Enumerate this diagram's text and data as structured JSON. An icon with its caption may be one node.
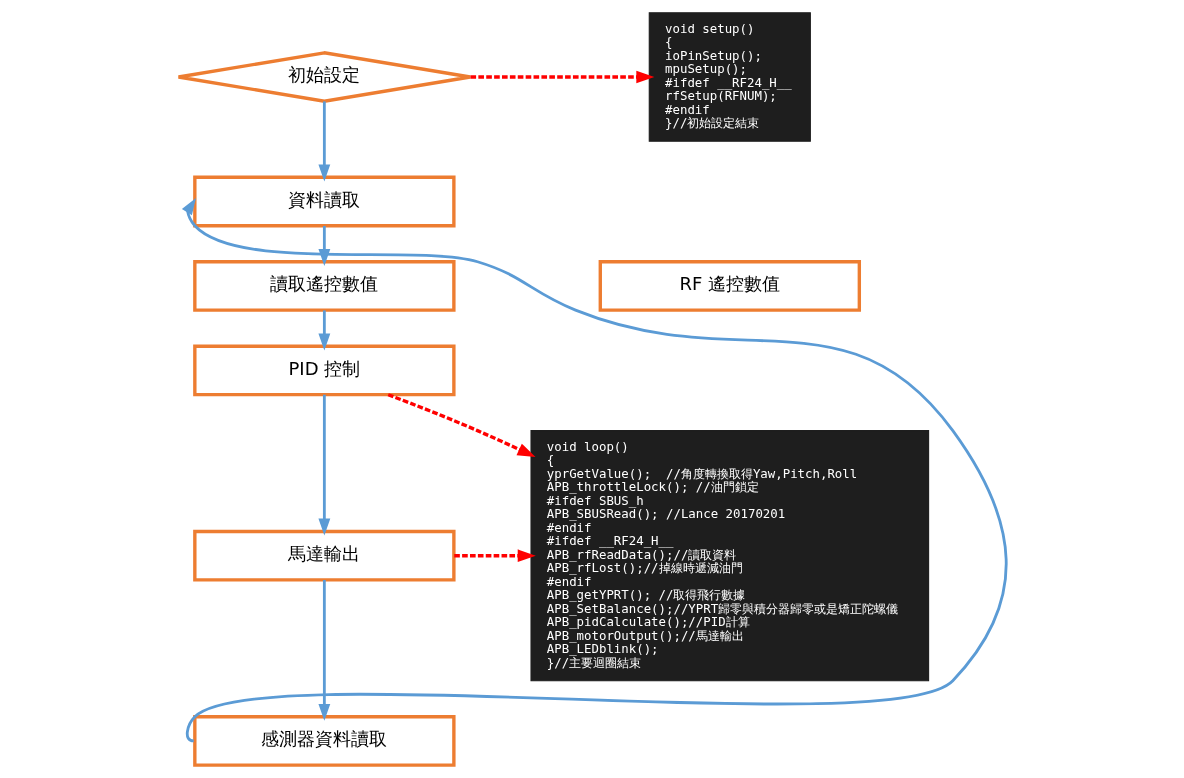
{
  "diagram": {
    "nodes": [
      {
        "text": [
          "初始設定"
        ]
      },
      {
        "text": [
          "資料讀取"
        ]
      },
      {
        "text": [
          "讀取遙控數值"
        ]
      },
      {
        "text": [
          "PID 控制"
        ]
      },
      {
        "text": [
          "馬達輸出"
        ]
      },
      {
        "text": [
          "感測器資料讀取"
        ]
      },
      {
        "text": [
          "void setup()",
          "{",
          "ioPinSetup();",
          "mpuSetup();",
          "#ifdef __RF24_H__",
          "rfSetup(RFNUM);",
          "#endif",
          "}//初始設定結束"
        ]
      },
      {
        "text": [
          "RF 遙控數值"
        ]
      },
      {
        "text": [
          "void loop()",
          "{",
          "yprGetValue();  //角度轉換取得Yaw,Pitch,Roll",
          "APB_throttleLock(); //油門鎖定",
          "#ifdef SBUS_h",
          "APB_SBUSRead(); //Lance 20170201",
          "#endif",
          "#ifdef __RF24_H__",
          "APB_rfReadData();//讀取資料",
          "APB_rfLost();//掉線時遞減油門",
          "#endif",
          "APB_getYPRT(); //取得飛行數據",
          "APB_SetBalance();//YPRT歸零與積分器歸零或是矯正陀螺儀",
          "APB_pidCalculate();//PID計算",
          "APB_motorOutput();//馬達輸出",
          "APB_LEDblink();",
          "}//主要迴圈結束"
        ]
      }
    ],
    "edges": [
      {
        "from": 0,
        "to": 1,
        "arrow": "to"
      },
      {
        "from": 1,
        "to": 2,
        "arrow": "to"
      },
      {
        "from": 2,
        "to": 3,
        "arrow": "to"
      },
      {
        "from": 3,
        "to": 4,
        "arrow": "to"
      },
      {
        "from": 4,
        "to": 5,
        "arrow": "to"
      },
      {
        "from": 5,
        "to": 1,
        "arrow": "to"
      },
      {
        "from": 0,
        "to": 6,
        "arrow": "to",
        "style": "dashed",
        "color": "#ff0000"
      },
      {
        "from": 3,
        "to": 8,
        "arrow": "to",
        "style": "dashed",
        "color": "#ff0000"
      },
      {
        "from": 4,
        "to": 8,
        "arrow": "to",
        "style": "dashed",
        "color": "#ff0000"
      }
    ]
  }
}
